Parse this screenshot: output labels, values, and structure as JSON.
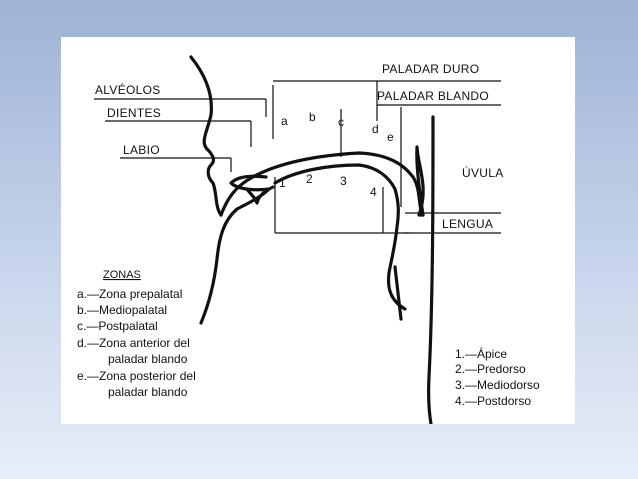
{
  "labels": {
    "paladar_duro": "PALADAR DURO",
    "paladar_blando": "PALADAR BLANDO",
    "alveolos": "ALVÉOLOS",
    "dientes": "DIENTES",
    "labio": "LABIO",
    "uvula": "ÚVULA",
    "lengua": "LENGUA"
  },
  "zone_letters": [
    "a",
    "b",
    "c",
    "d",
    "e"
  ],
  "tongue_numbers": [
    "1",
    "2",
    "3",
    "4"
  ],
  "zonas": {
    "title": "ZONAS",
    "lines": [
      "a.—Zona prepalatal",
      "b.—Mediopalatal",
      "c.—Postpalatal",
      "d.—Zona anterior del",
      "paladar blando",
      "e.—Zona posterior del",
      "paladar blando"
    ]
  },
  "tongue_parts": [
    "1.—Ápice",
    "2.—Predorso",
    "3.—Mediodorso",
    "4.—Postdorso"
  ]
}
